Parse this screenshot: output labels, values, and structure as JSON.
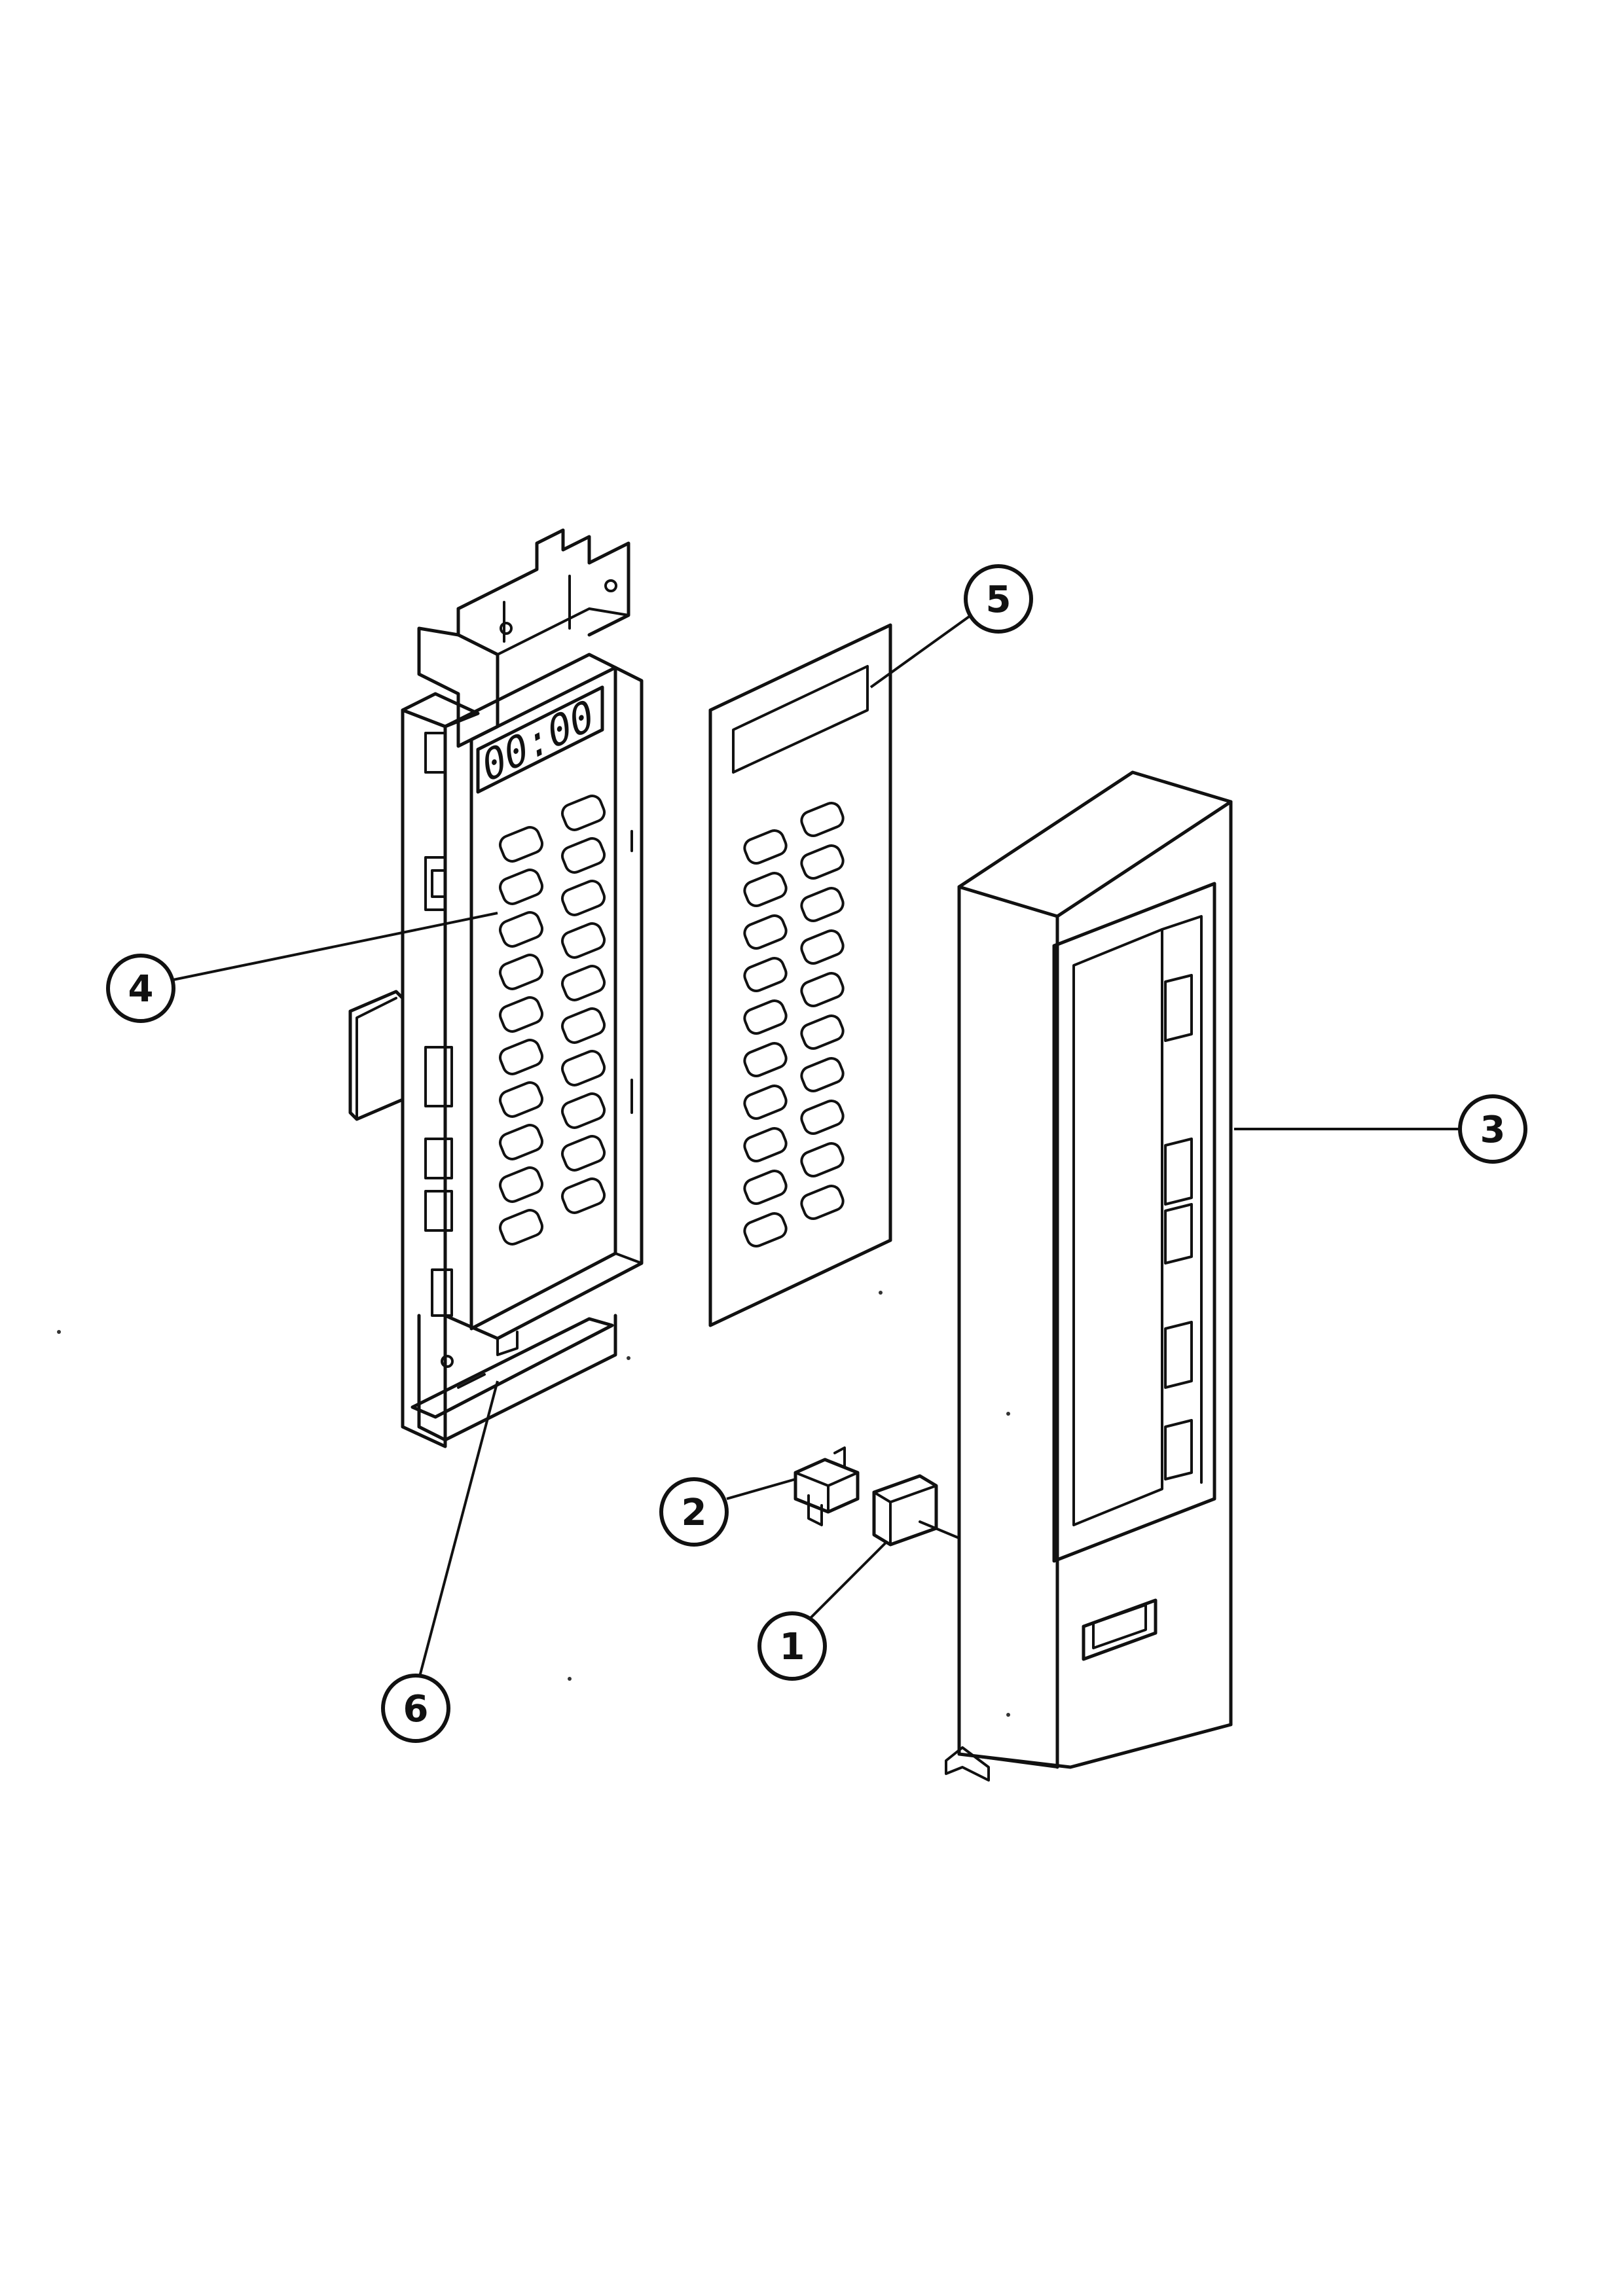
{
  "diagram": {
    "display_readout": "00:00",
    "callouts": [
      {
        "id": "1",
        "label": "1"
      },
      {
        "id": "2",
        "label": "2"
      },
      {
        "id": "3",
        "label": "3"
      },
      {
        "id": "4",
        "label": "4"
      },
      {
        "id": "5",
        "label": "5"
      },
      {
        "id": "6",
        "label": "6"
      }
    ]
  }
}
